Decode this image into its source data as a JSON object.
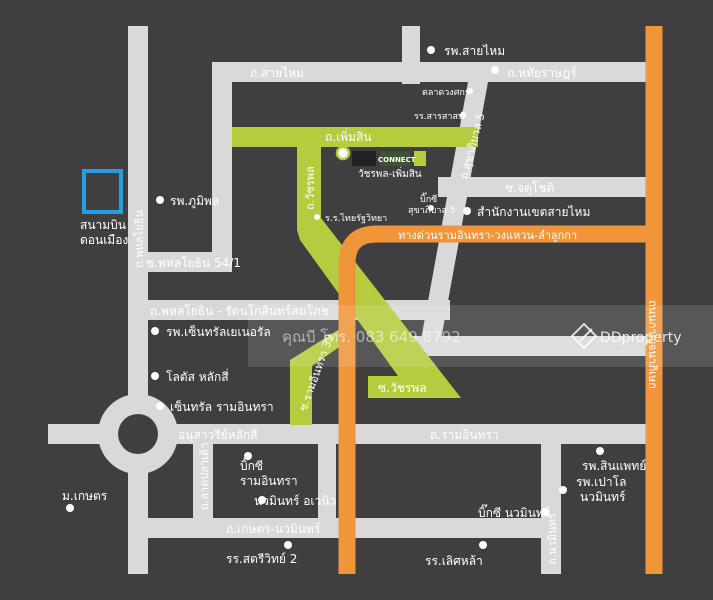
{
  "roads": {
    "sai_mai": "ถ.สายไหม",
    "hathairat": "ถ.หทัยราษฎร์",
    "phoemsin": "ถ.เพิ่มสิน",
    "watcharaphon_upper": "ถ.วัชรพล",
    "sukhaphiban5": "ถ.สุขาภิบาล 5",
    "chatuchot": "ซ.จตุโชติ",
    "phahon54": "ซ.พหลโยธิน 54/1",
    "phahonyothin_v": "ถ.พหลโยธิน",
    "phahon_ratanakosin": "ถ.พหลโยธิน - รัตนโกสินทร์สมโภช",
    "ram_inthra39": "ซ.รามอินทรา 39",
    "watcharaphon_soi": "ซ.วัชรพล",
    "anusawari": "อนุสาวรีย์หลักสี่",
    "ram_inthra": "ถ.รามอินทรา",
    "latplakhao": "ถ.ลาดปลาเค้า",
    "kaset_nawamin": "ถ.เกษตร-นวมินทร์",
    "nawamin": "ถ.นวมินทร์",
    "kanchanaphisek": "ถนนกาญจนาภิเษก",
    "expressway": "ทางด่วนรามอินทรา-วงแหวน-ลำลูกกา"
  },
  "places": {
    "airport": "สนามบิน\nดอนเมือง",
    "sai_mai_hospital": "รพ.สายไหม",
    "talat": "ตลาดวงศกร",
    "sarasas": "รร.สารสาสน์",
    "connect": "CONNECT",
    "project": "วัชรพล-เพิ่มสิน",
    "bhumibol": "รพ.ภูมิพล",
    "thairatwittaya": "ร.ร.ไทยรัฐวิทยา",
    "bigc_sukha5_1": "บิ๊กซี",
    "bigc_sukha5_2": "สุขาภิบาล 5",
    "saimai_office": "สำนักงานเขตสายไหม",
    "central_hospital": "รพ.เซ็นทรัลเยเนอรัล",
    "lotus": "โลตัส หลักสี่",
    "central_raminthra": "เซ็นทรัล รามอินทรา",
    "bigc_raminthra_1": "บิ๊กซี",
    "bigc_raminthra_2": "รามอินทรา",
    "nawamin_avenue": "นวมินทร์ อเวนิว",
    "kaset": "ม.เกษตร",
    "satriwit": "รร.สตรีวิทย์ 2",
    "sinphaet": "รพ.สินแพทย์",
    "paolo_1": "รพ.เปาโล",
    "paolo_2": "นวมินทร์",
    "bigc_nawamin": "บิ๊กซี นวมินทร์",
    "lertlah": "รร.เลิศหล้า"
  },
  "watermark": {
    "contact": "คุณบี โทร. 083 649 8792",
    "brand": "DDproperty"
  },
  "colors": {
    "background": "#3f3f3f",
    "road": "#d9d9d9",
    "highlight_road": "#b5cc3f",
    "expressway": "#f0953a",
    "airport_box": "#2b9be0"
  }
}
